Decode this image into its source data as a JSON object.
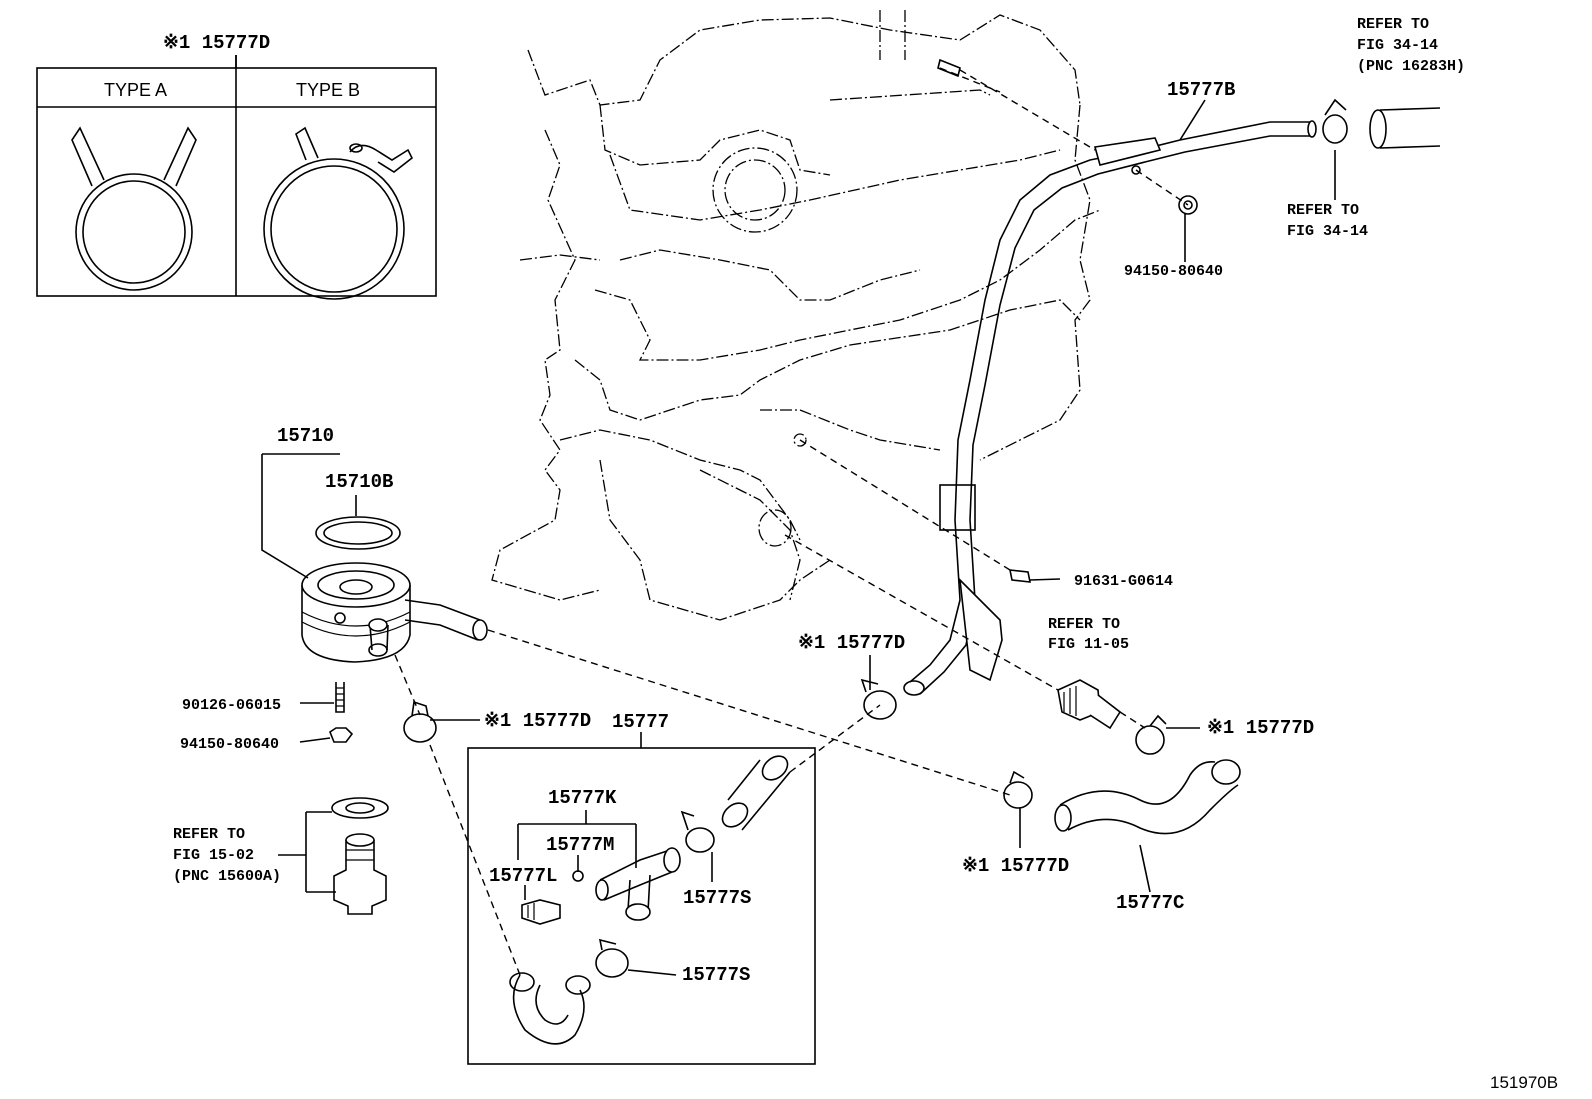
{
  "inset": {
    "title": "※1 15777D",
    "type_a": "TYPE A",
    "type_b": "TYPE B"
  },
  "labels": {
    "p15777B": "15777B",
    "refer_34_14_top_1": "REFER TO",
    "refer_34_14_top_2": "FIG 34-14",
    "refer_34_14_top_3": "(PNC 16283H)",
    "refer_34_14_mid_1": "REFER TO",
    "refer_34_14_mid_2": "FIG 34-14",
    "p94150_top": "94150-80640",
    "p15710": "15710",
    "p15710B": "15710B",
    "p91631": "91631-G0614",
    "refer_11_05_1": "REFER TO",
    "refer_11_05_2": "FIG 11-05",
    "p15777D_mid": "※1 15777D",
    "p90126": "90126-06015",
    "p94150_left": "94150-80640",
    "p15777D_left": "※1 15777D",
    "p15777": "15777",
    "p15777D_right": "※1 15777D",
    "p15777K": "15777K",
    "p15777M": "15777M",
    "p15777L": "15777L",
    "p15777S_1": "15777S",
    "p15777S_2": "15777S",
    "refer_15_02_1": "REFER TO",
    "refer_15_02_2": "FIG 15-02",
    "refer_15_02_3": "(PNC 15600A)",
    "p15777D_bottom": "※1 15777D",
    "p15777C": "15777C",
    "figure_code": "151970B"
  }
}
